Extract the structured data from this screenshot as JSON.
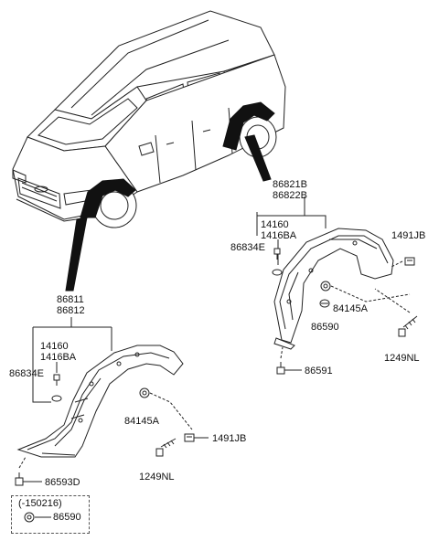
{
  "parts": {
    "rear_group": [
      "86821B",
      "86822B"
    ],
    "rear_fasteners": [
      "14160",
      "1416BA"
    ],
    "rear_washer": "86834E",
    "rear_clip_top": "1491JB",
    "rear_nut": "84145A",
    "rear_grommet": "86590",
    "rear_screw_long": "1249NL",
    "rear_screw_bottom": "86591",
    "front_group": [
      "86811",
      "86812"
    ],
    "front_fasteners": [
      "14160",
      "1416BA"
    ],
    "front_washer": "86834E",
    "front_nut": "84145A",
    "front_clip": "1491JB",
    "front_screw_long": "1249NL",
    "front_screw_bottom": "86593D",
    "note_box": {
      "label": "(-150216)",
      "part": "86590"
    }
  }
}
